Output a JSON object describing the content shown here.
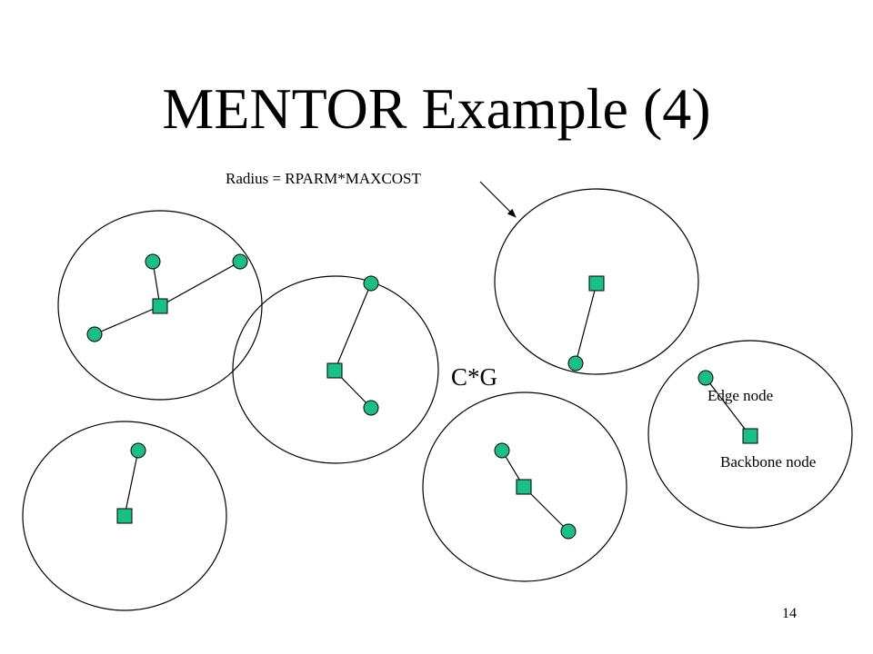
{
  "title": "MENTOR Example (4)",
  "radius_label": "Radius = RPARM*MAXCOST",
  "cg_label": "C*G",
  "legend": {
    "edge_node": "Edge node",
    "backbone_node": "Backbone node"
  },
  "page_number": "14",
  "colors": {
    "node_fill": "#1ABF86",
    "outline": "#000000"
  },
  "icons": {
    "edge_node": "circle-node",
    "backbone_node": "square-node"
  }
}
